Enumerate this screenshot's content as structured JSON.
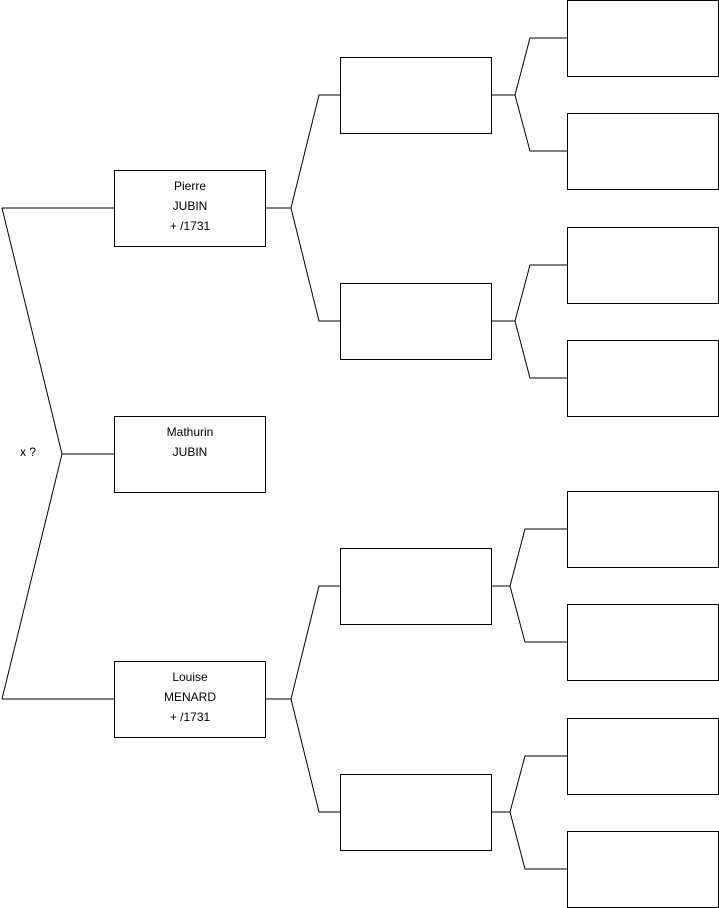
{
  "subject": {
    "first_name": "Mathurin",
    "last_name": "JUBIN"
  },
  "father": {
    "first_name": "Pierre",
    "last_name": "JUBIN",
    "death": "+ /1731"
  },
  "mother": {
    "first_name": "Louise",
    "last_name": "MENARD",
    "death": "+ /1731"
  },
  "marriage": {
    "label": "x ?"
  },
  "colors": {
    "line": "#000000",
    "box_border": "#000000",
    "background": "#ffffff"
  }
}
